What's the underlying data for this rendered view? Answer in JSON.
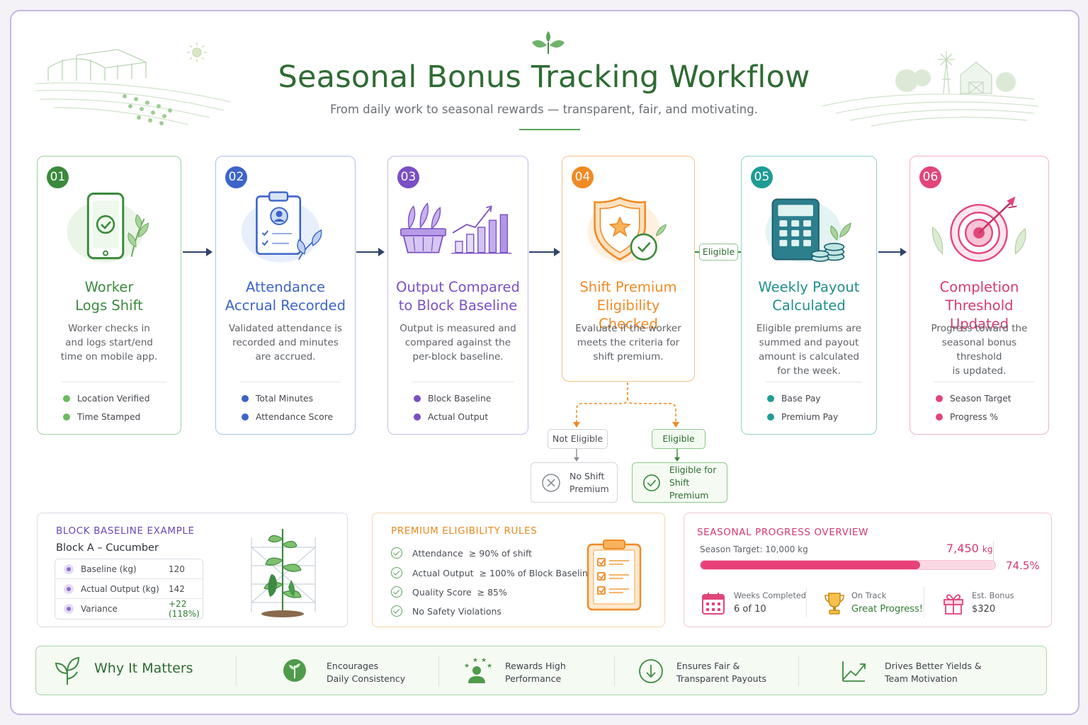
{
  "header": {
    "title": "Seasonal Bonus Tracking Workflow",
    "subtitle": "From daily work to seasonal rewards — transparent, fair, and motivating."
  },
  "colors": {
    "green": "#3a8a3c",
    "blue": "#3c64c8",
    "purple": "#7a4fc4",
    "orange": "#f08a24",
    "teal": "#1f9c96",
    "pink": "#e2457a"
  },
  "steps": [
    {
      "num": "01",
      "title_l1": "Worker",
      "title_l2": "Logs Shift",
      "desc_l1": "Worker checks in",
      "desc_l2": "and logs start/end",
      "desc_l3": "time on mobile app.",
      "desc_l4": "",
      "meta": [
        "Location Verified",
        "Time Stamped"
      ],
      "icon": "smartphone-check-icon"
    },
    {
      "num": "02",
      "title_l1": "Attendance",
      "title_l2": "Accrual Recorded",
      "desc_l1": "Validated attendance is",
      "desc_l2": "recorded and minutes",
      "desc_l3": "are accrued.",
      "desc_l4": "",
      "meta": [
        "Total Minutes",
        "Attendance Score"
      ],
      "icon": "clipboard-user-icon"
    },
    {
      "num": "03",
      "title_l1": "Output Compared",
      "title_l2": "to Block Baseline",
      "desc_l1": "Output is measured and",
      "desc_l2": "compared against the",
      "desc_l3": "per-block baseline.",
      "desc_l4": "",
      "meta": [
        "Block Baseline",
        "Actual Output"
      ],
      "icon": "basket-chart-icon"
    },
    {
      "num": "04",
      "title_l1": "Shift Premium",
      "title_l2": "Eligibility Checked",
      "desc_l1": "Evaluate if the worker",
      "desc_l2": "meets the criteria for",
      "desc_l3": "shift premium.",
      "desc_l4": "",
      "meta": [],
      "icon": "shield-star-icon"
    },
    {
      "num": "05",
      "title_l1": "Weekly Payout",
      "title_l2": "Calculated",
      "desc_l1": "Eligible premiums are",
      "desc_l2": "summed and payout",
      "desc_l3": "amount is calculated",
      "desc_l4": "for the week.",
      "meta": [
        "Base Pay",
        "Premium Pay"
      ],
      "icon": "calculator-coins-icon"
    },
    {
      "num": "06",
      "title_l1": "Completion",
      "title_l2": "Threshold Updated",
      "desc_l1": "Progress toward the",
      "desc_l2": "seasonal bonus threshold",
      "desc_l3": "is updated.",
      "desc_l4": "",
      "meta": [
        "Season Target",
        "Progress %"
      ],
      "icon": "target-arrow-icon"
    }
  ],
  "branch": {
    "eligible_tag": "Eligible",
    "not_eligible_label": "Not Eligible",
    "eligible_label": "Eligible",
    "no_premium_l1": "No Shift",
    "no_premium_l2": "Premium",
    "yes_premium_l1": "Eligible for",
    "yes_premium_l2": "Shift Premium"
  },
  "baseline_example": {
    "title": "BLOCK BASELINE EXAMPLE",
    "subtitle": "Block A – Cucumber",
    "rows": [
      {
        "label": "Baseline (kg)",
        "value": "120"
      },
      {
        "label": "Actual Output (kg)",
        "value": "142"
      },
      {
        "label": "Variance",
        "value": "+22 (118%)"
      }
    ]
  },
  "eligibility_rules": {
    "title": "PREMIUM ELIGIBILITY RULES",
    "rules": [
      {
        "label": "Attendance",
        "criterion": "≥ 90% of shift"
      },
      {
        "label": "Actual Output",
        "criterion": "≥ 100% of Block Baseline"
      },
      {
        "label": "Quality Score",
        "criterion": "≥ 85%"
      },
      {
        "label": "No Safety Violations",
        "criterion": ""
      }
    ]
  },
  "seasonal_progress": {
    "title": "SEASONAL PROGRESS OVERVIEW",
    "target_label": "Season Target: 10,000 kg",
    "current_value": "7,450",
    "current_unit": "kg",
    "percent_label": "74.5%",
    "progress_fraction": 0.745,
    "stats": [
      {
        "label": "Weeks Completed",
        "value": "6 of 10",
        "icon": "calendar-icon"
      },
      {
        "label": "On Track",
        "value": "Great Progress!",
        "icon": "trophy-icon"
      },
      {
        "label": "Est. Bonus",
        "value": "$320",
        "icon": "gift-icon"
      }
    ]
  },
  "why": {
    "title": "Why It Matters",
    "items": [
      {
        "l1": "Encourages",
        "l2": "Daily Consistency",
        "icon": "plant-icon"
      },
      {
        "l1": "Rewards High",
        "l2": "Performance",
        "icon": "worker-stars-icon"
      },
      {
        "l1": "Ensures Fair &",
        "l2": "Transparent Payouts",
        "icon": "scale-icon"
      },
      {
        "l1": "Drives Better Yields &",
        "l2": "Team Motivation",
        "icon": "growth-chart-icon"
      }
    ]
  }
}
